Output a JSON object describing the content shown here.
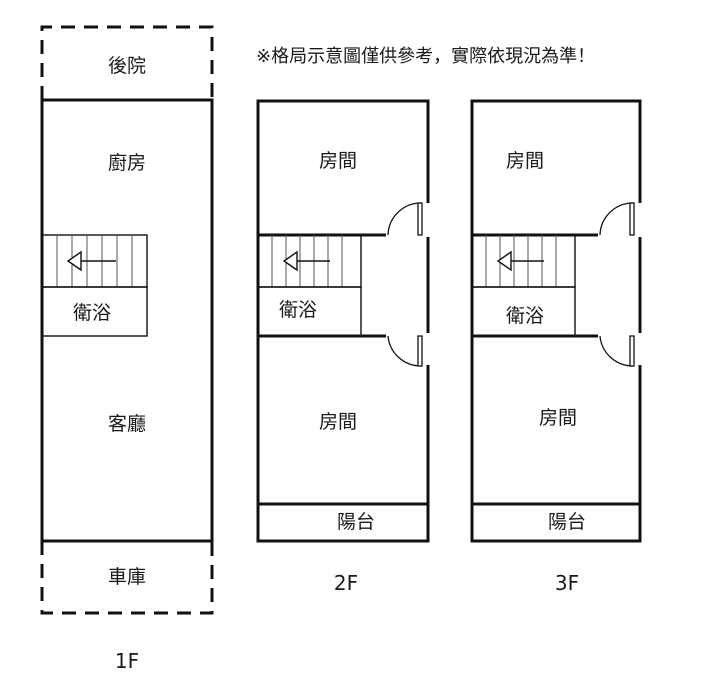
{
  "note": "※格局示意圖僅供參考，實際依現況為準！",
  "floor_1f": {
    "label": "1F",
    "backyard": "後院",
    "kitchen": "廚房",
    "bathroom": "衛浴",
    "living_room": "客廳",
    "garage": "車庫"
  },
  "floor_2f": {
    "label": "2F",
    "room_top": "房間",
    "bathroom": "衛浴",
    "room_bottom": "房間",
    "balcony": "陽台"
  },
  "floor_3f": {
    "label": "3F",
    "room_top": "房間",
    "bathroom": "衛浴",
    "room_bottom": "房間",
    "balcony": "陽台"
  }
}
